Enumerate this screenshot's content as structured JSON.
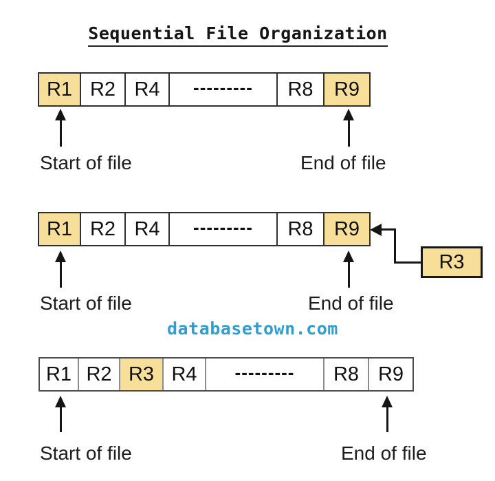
{
  "title": "Sequential File Organization",
  "watermark": "databasetown.com",
  "labels": {
    "start": "Start of file",
    "end": "End of file"
  },
  "insert_box": {
    "label": "R3"
  },
  "colors": {
    "highlight_fill": "#F7DF99",
    "row_border_dark": "#2f2f2f",
    "row_border_gray": "#8c8c8c",
    "watermark_blue": "#2D9FD3",
    "arrow_black": "#151515"
  },
  "rows": [
    {
      "cells": [
        {
          "label": "R1",
          "highlight": true
        },
        {
          "label": "R2",
          "highlight": false
        },
        {
          "label": "R4",
          "highlight": false
        },
        {
          "label": "---------",
          "highlight": false
        },
        {
          "label": "R8",
          "highlight": false
        },
        {
          "label": "R9",
          "highlight": true
        }
      ]
    },
    {
      "cells": [
        {
          "label": "R1",
          "highlight": true
        },
        {
          "label": "R2",
          "highlight": false
        },
        {
          "label": "R4",
          "highlight": false
        },
        {
          "label": "---------",
          "highlight": false
        },
        {
          "label": "R8",
          "highlight": false
        },
        {
          "label": "R9",
          "highlight": true
        }
      ]
    },
    {
      "cells": [
        {
          "label": "R1",
          "highlight": false
        },
        {
          "label": "R2",
          "highlight": false
        },
        {
          "label": "R3",
          "highlight": true
        },
        {
          "label": "R4",
          "highlight": false
        },
        {
          "label": "---------",
          "highlight": false
        },
        {
          "label": "R8",
          "highlight": false
        },
        {
          "label": "R9",
          "highlight": false
        }
      ]
    }
  ]
}
